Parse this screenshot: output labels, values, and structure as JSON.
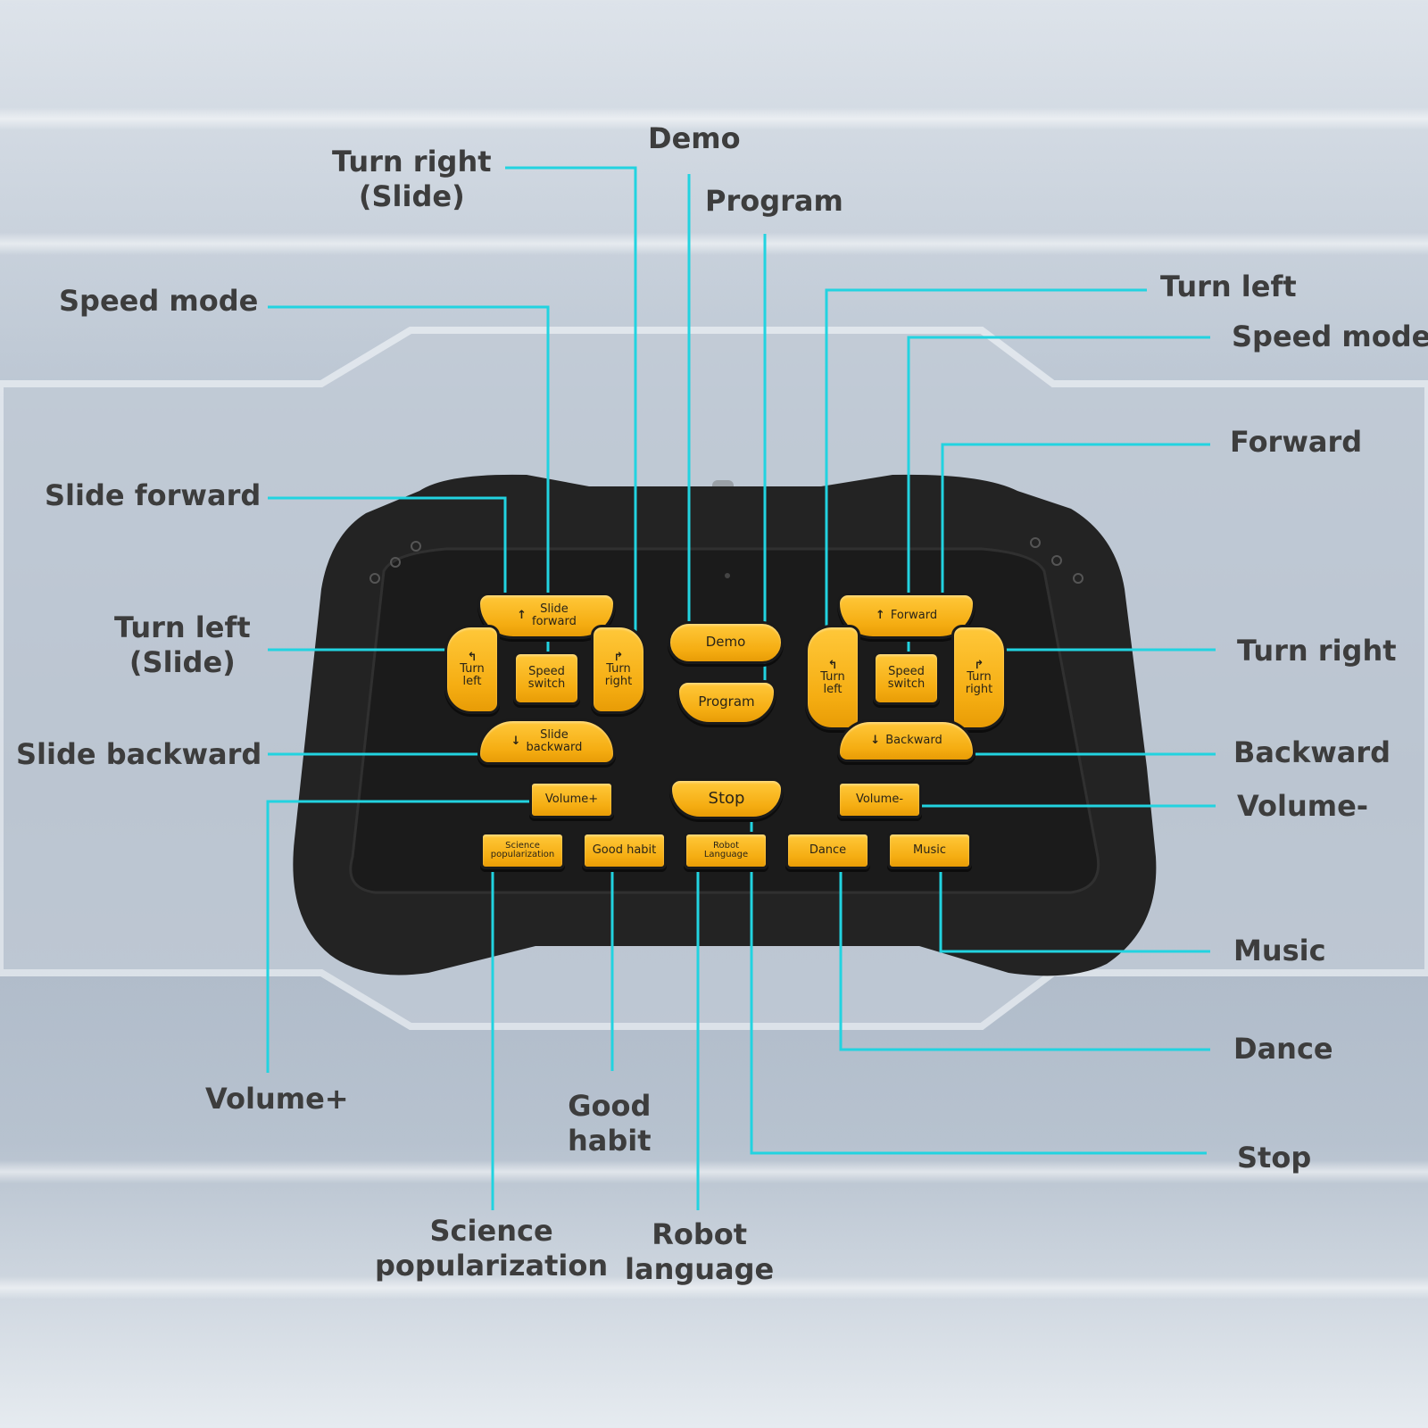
{
  "labels": {
    "demo": "Demo",
    "turn_right_slide": [
      "Turn right",
      "(Slide)"
    ],
    "program": "Program",
    "speed_mode_left": "Speed mode",
    "turn_left_right_side": "Turn left",
    "speed_mode_right": "Speed mode",
    "forward": "Forward",
    "slide_forward": "Slide forward",
    "turn_left_slide": [
      "Turn left",
      "(Slide)"
    ],
    "turn_right": "Turn right",
    "slide_backward": "Slide backward",
    "backward": "Backward",
    "volume_minus": "Volume-",
    "music": "Music",
    "dance": "Dance",
    "volume_plus": "Volume+",
    "good_habit": [
      "Good",
      "habit"
    ],
    "stop": "Stop",
    "science_popularization": [
      "Science",
      "popularization"
    ],
    "robot_language": [
      "Robot",
      "language"
    ]
  },
  "buttons": {
    "slide_forward": [
      "Slide",
      "forward"
    ],
    "slide_backward": [
      "Slide",
      "backward"
    ],
    "turn_left_l": [
      "Turn",
      "left"
    ],
    "turn_right_l": [
      "Turn",
      "right"
    ],
    "speed_switch_l": [
      "Speed",
      "switch"
    ],
    "demo": "Demo",
    "program": "Program",
    "forward": "Forward",
    "backward": "Backward",
    "turn_left_r": [
      "Turn",
      "left"
    ],
    "turn_right_r": [
      "Turn",
      "right"
    ],
    "speed_switch_r": [
      "Speed",
      "switch"
    ],
    "volume_plus": "Volume+",
    "stop": "Stop",
    "volume_minus": "Volume-",
    "science": [
      "Science",
      "popularization"
    ],
    "good_habit": "Good habit",
    "robot_language": [
      "Robot",
      "Language"
    ],
    "dance": "Dance",
    "music": "Music"
  },
  "icons": {
    "arrow_up": "↑",
    "arrow_down": "↓",
    "turn_left": "↰",
    "turn_right": "↱"
  },
  "colors": {
    "leader_line": "#22d3e0",
    "button_yellow": "#f5ad12",
    "controller_body": "#232323",
    "label_text": "#3d3d3d"
  }
}
